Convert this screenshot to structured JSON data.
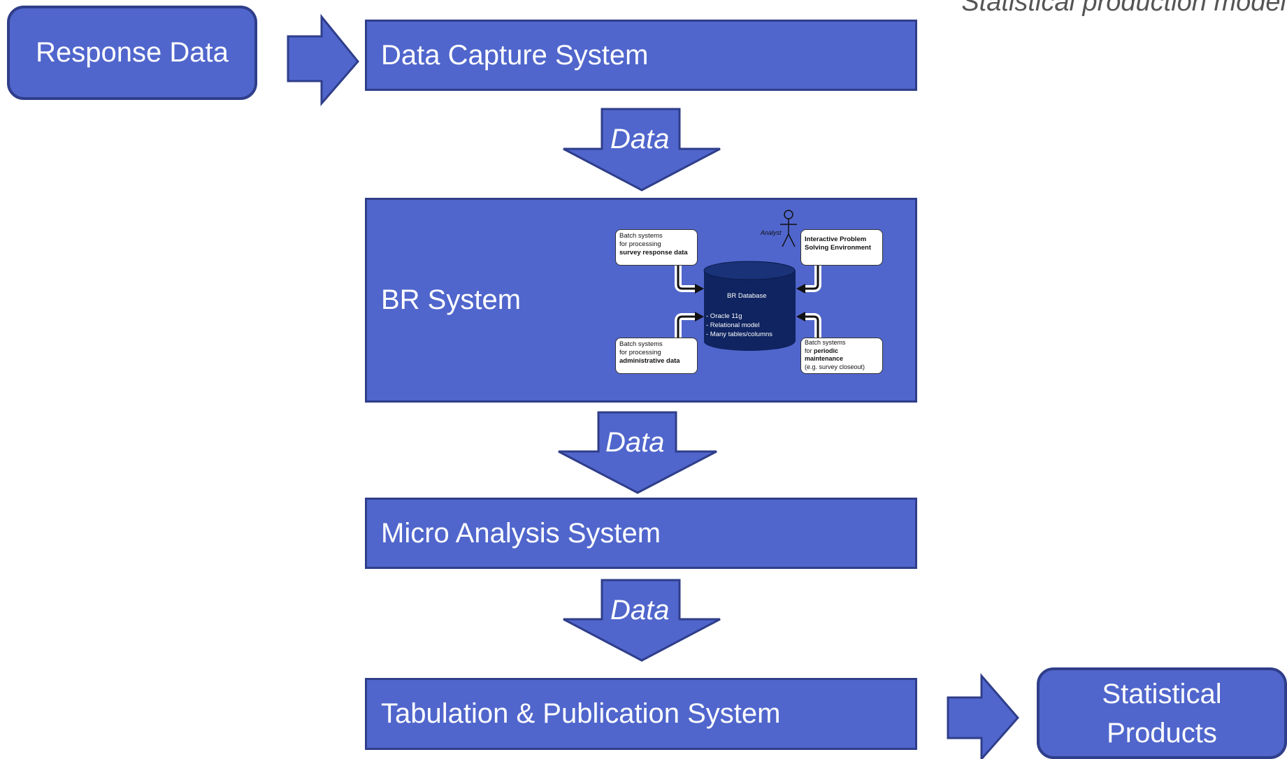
{
  "title": "Statistical production model",
  "nodes": {
    "response_data": "Response Data",
    "data_capture": "Data Capture System",
    "br_system": "BR System",
    "micro_analysis": "Micro Analysis System",
    "tabulation": "Tabulation & Publication System",
    "statistical_products": "Statistical\nProducts"
  },
  "arrow_labels": {
    "a1": "Data",
    "a2": "Data",
    "a3": "Data"
  },
  "br_detail": {
    "analyst": "Analyst",
    "db_title": "BR Database",
    "db_items": [
      "- Oracle 11g",
      "- Relational model",
      "- Many tables/columns"
    ],
    "top_left_1": "Batch systems",
    "top_left_2": "for processing",
    "top_left_3": "survey response data",
    "top_right_1": "Interactive Problem",
    "top_right_2": "Solving Environment",
    "bottom_left_1": "Batch systems",
    "bottom_left_2": "for processing",
    "bottom_left_3": "administrative data",
    "bottom_right_1": "Batch systems",
    "bottom_right_2": "for ",
    "bottom_right_3": "periodic",
    "bottom_right_4": "maintenance",
    "bottom_right_5": "(e.g. survey closeout)"
  },
  "colors": {
    "box_fill": "#5066cc",
    "box_border": "#2f3e8a",
    "db_fill": "#0f2460"
  }
}
